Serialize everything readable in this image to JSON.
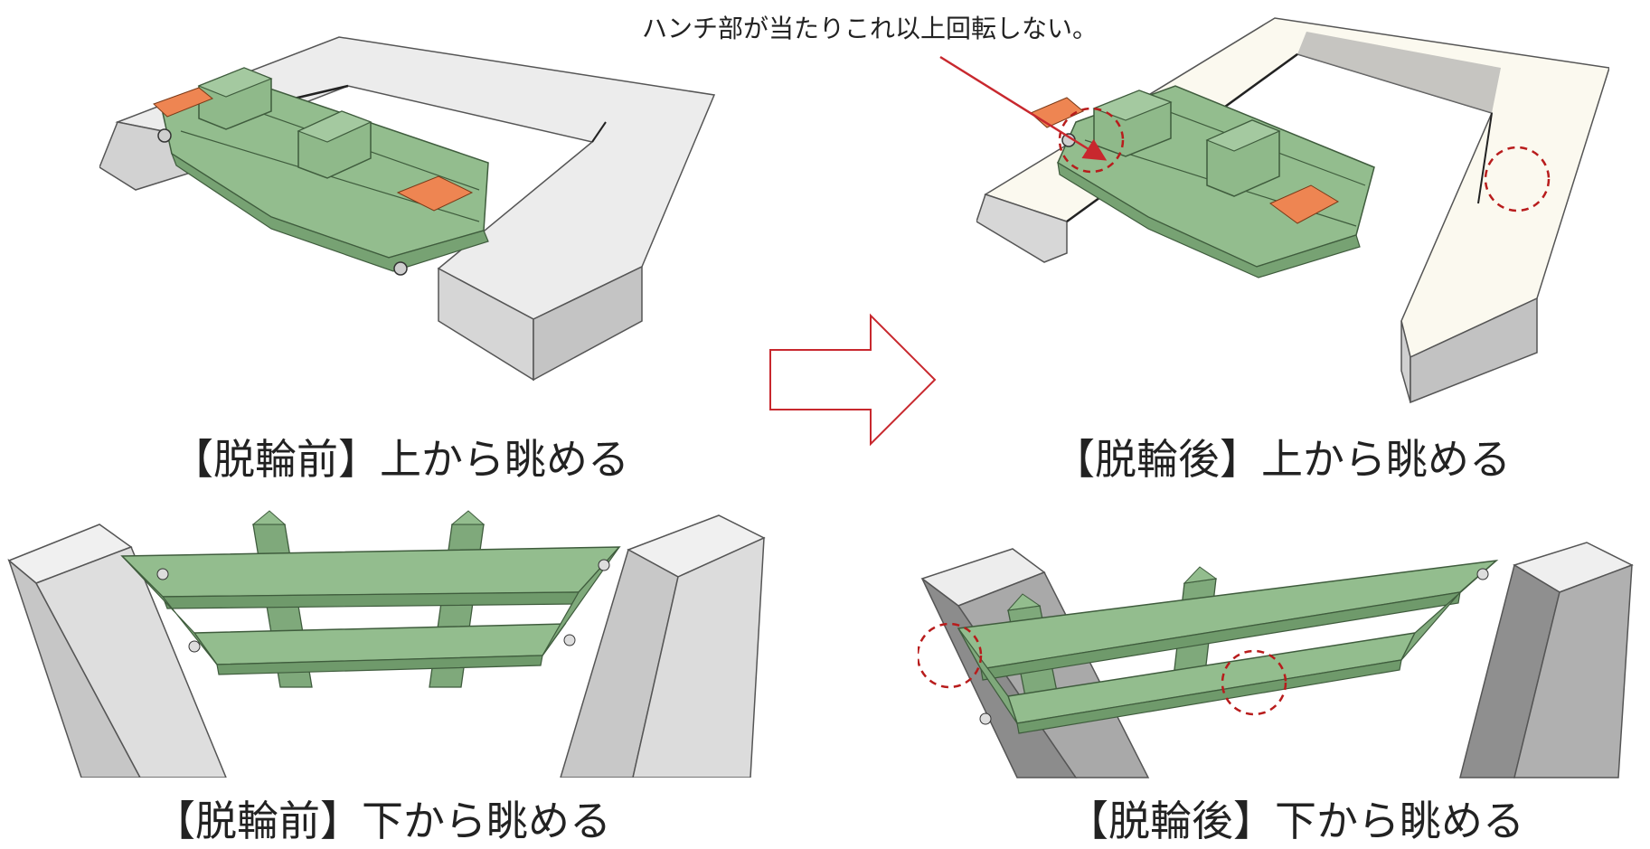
{
  "annotation": {
    "text": "ハンチ部が当たりこれ以上回転しない。"
  },
  "captions": {
    "top_left": "【脱輪前】上から眺める",
    "top_right": "【脱輪後】上から眺める",
    "bottom_left": "【脱輪前】下から眺める",
    "bottom_right": "【脱輪後】下から眺める"
  },
  "colors": {
    "concrete_top": "#e9e9e9",
    "concrete_side": "#cfcfcf",
    "concrete_warm": "#fbf9ef",
    "steel_green": "#8fba8a",
    "steel_green_dark": "#6f9a6b",
    "pad_orange": "#ee8552",
    "arrow_red": "#c8282e",
    "circle_red": "#b81c1c"
  }
}
